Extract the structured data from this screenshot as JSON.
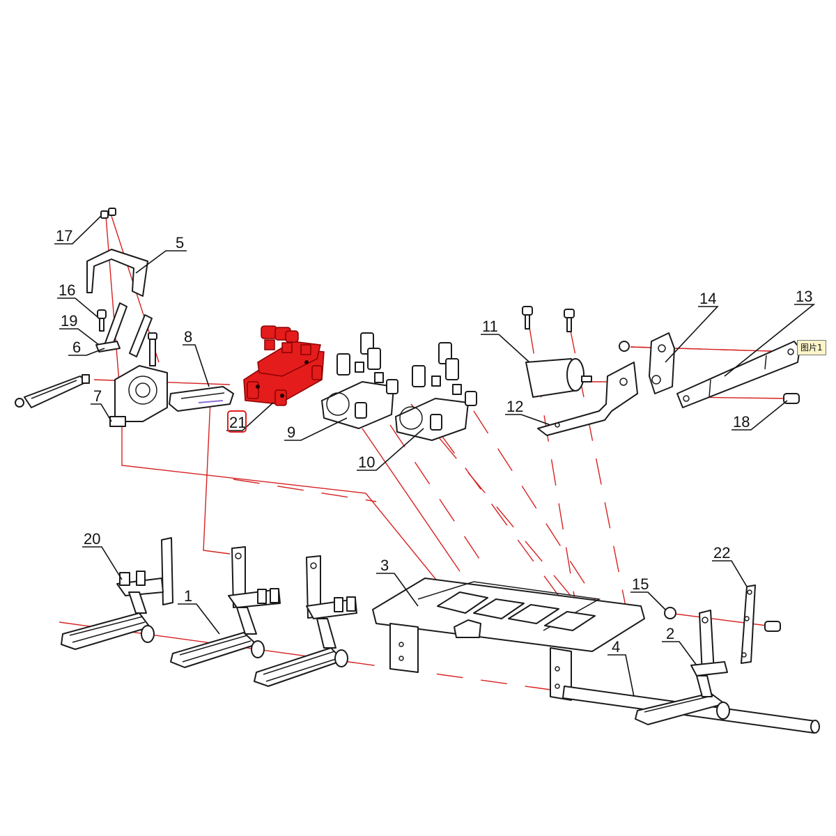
{
  "diagram": {
    "callouts": [
      {
        "id": "c1",
        "label": "1"
      },
      {
        "id": "c2",
        "label": "2"
      },
      {
        "id": "c3",
        "label": "3"
      },
      {
        "id": "c4",
        "label": "4"
      },
      {
        "id": "c5",
        "label": "5"
      },
      {
        "id": "c6",
        "label": "6"
      },
      {
        "id": "c7",
        "label": "7"
      },
      {
        "id": "c8",
        "label": "8"
      },
      {
        "id": "c9",
        "label": "9"
      },
      {
        "id": "c10",
        "label": "10"
      },
      {
        "id": "c11",
        "label": "11"
      },
      {
        "id": "c12",
        "label": "12"
      },
      {
        "id": "c13",
        "label": "13"
      },
      {
        "id": "c14",
        "label": "14"
      },
      {
        "id": "c15",
        "label": "15"
      },
      {
        "id": "c16",
        "label": "16"
      },
      {
        "id": "c17",
        "label": "17"
      },
      {
        "id": "c18",
        "label": "18"
      },
      {
        "id": "c19",
        "label": "19"
      },
      {
        "id": "c20",
        "label": "20"
      },
      {
        "id": "c21",
        "label": "21"
      },
      {
        "id": "c22",
        "label": "22"
      }
    ],
    "highlighted_part": "21",
    "highlight_color": "#e41c1c",
    "assembly_line_color": "#d62020",
    "image_tag": "图片1"
  }
}
